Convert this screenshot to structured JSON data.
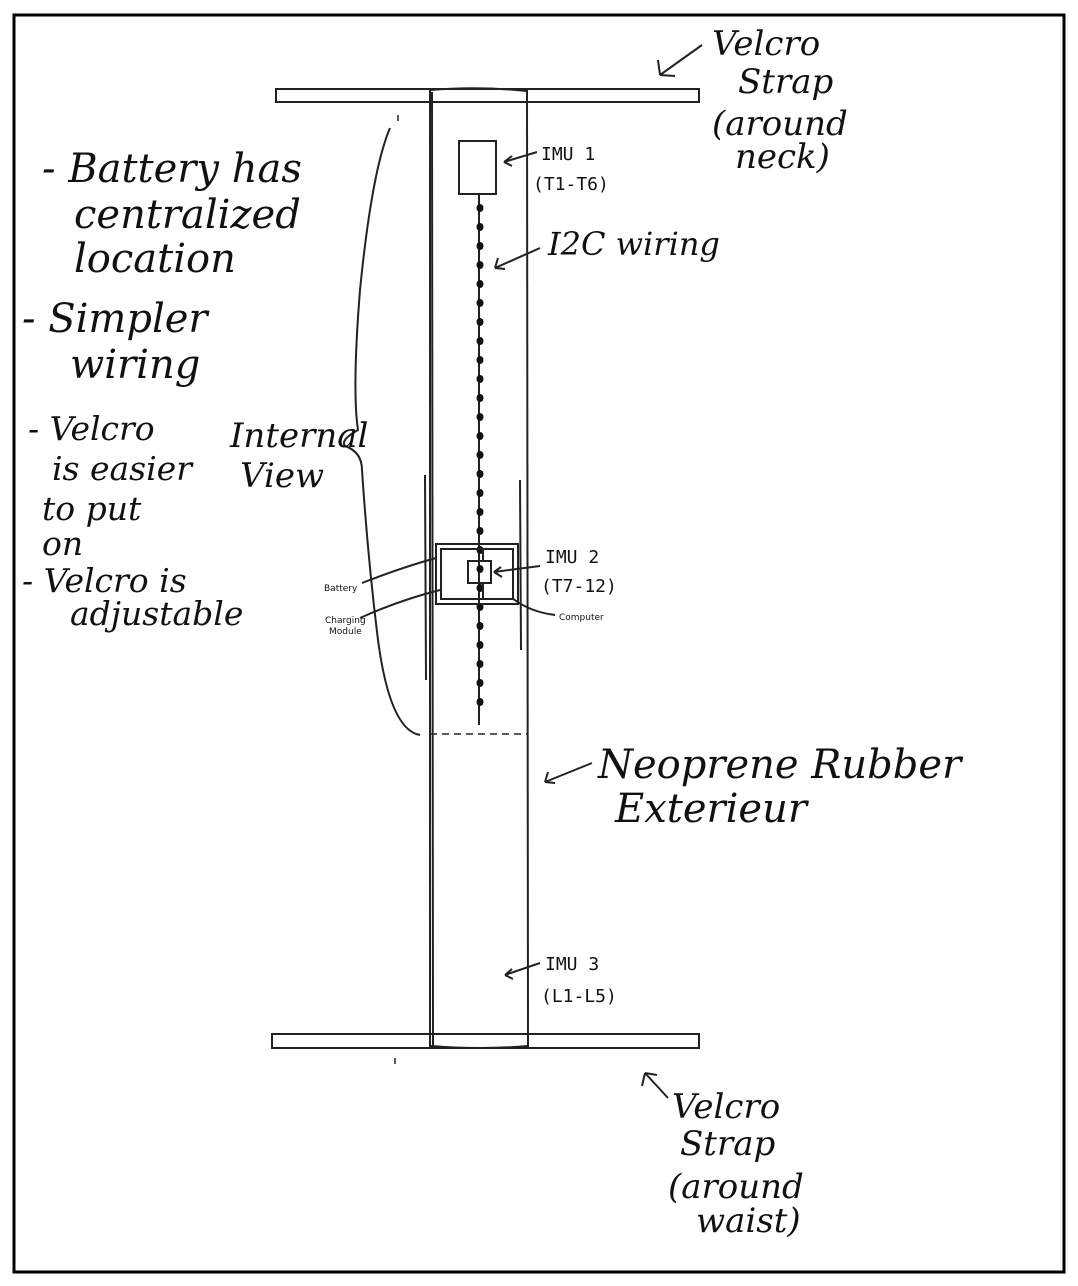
{
  "colors": {
    "ink": "#111111",
    "frame": "#000000",
    "paper": "#ffffff"
  },
  "top_strap": {
    "label": [
      "Velcro",
      "Strap",
      "(around",
      "neck)"
    ]
  },
  "bottom_strap": {
    "label": [
      "Velcro",
      "Strap",
      "(around",
      "waist)"
    ]
  },
  "notes": [
    [
      "- Battery has",
      "centralized",
      "location"
    ],
    [
      "- Simpler",
      "wiring"
    ],
    [
      "- Velcro",
      "is easier",
      "to put",
      "on"
    ],
    [
      "- Velcro is",
      "adjustable"
    ]
  ],
  "internal_view": [
    "Internal",
    "View"
  ],
  "imu1": [
    "IMU 1",
    "(T1-T6)"
  ],
  "i2c": "I2C wiring",
  "imu2": [
    "IMU 2",
    "(T7-12)"
  ],
  "battery": "Battery",
  "charging": [
    "Charging",
    "Module"
  ],
  "computer": "Computer",
  "neoprene": [
    "Neoprene Rubber",
    "Exterieur"
  ],
  "imu3": [
    "IMU 3",
    "(L1-L5)"
  ]
}
